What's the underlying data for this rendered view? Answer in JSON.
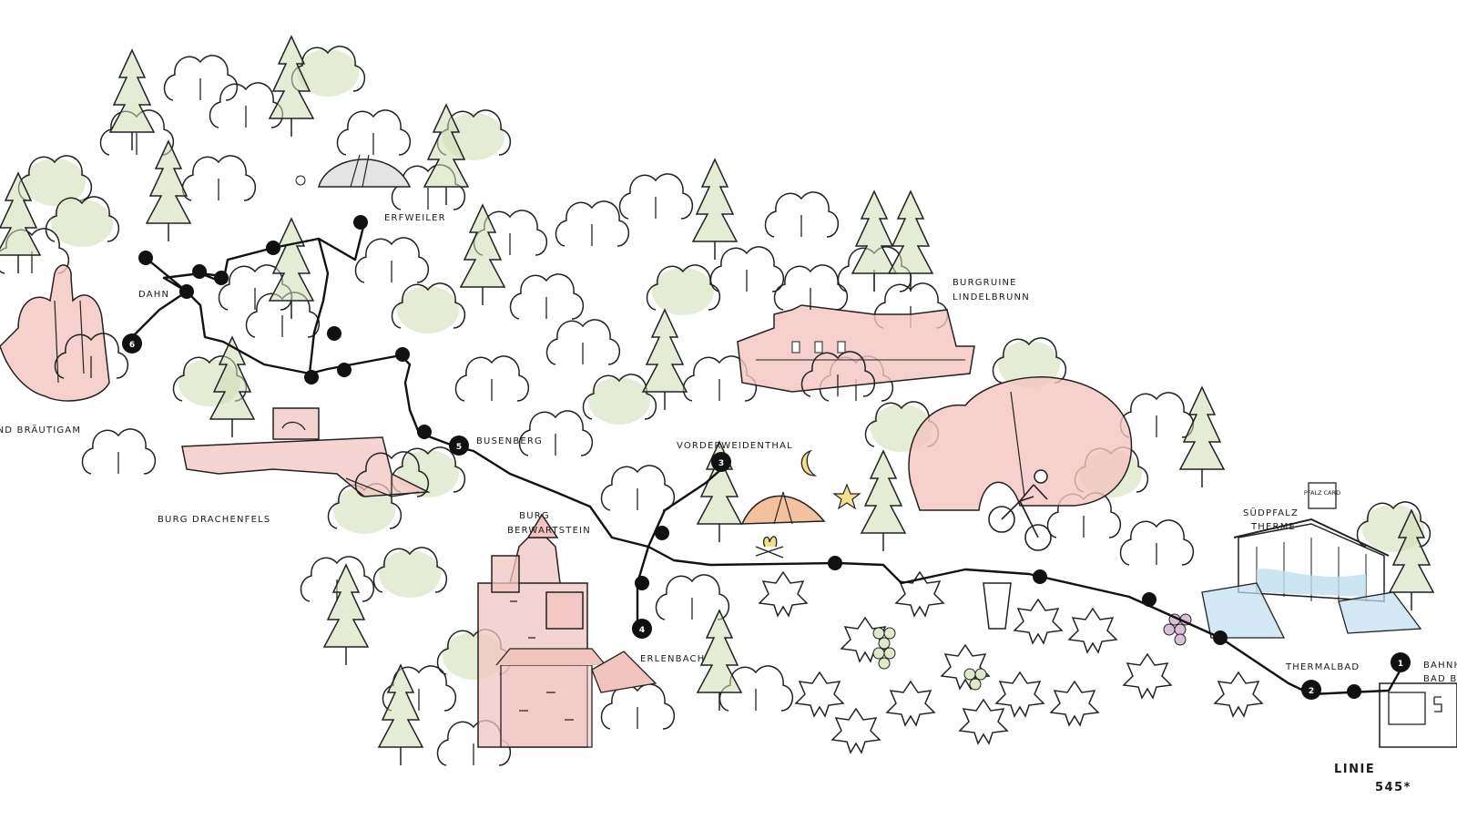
{
  "map": {
    "route_line": "Linie 545*",
    "bus_line_label": "LINIE",
    "bus_line_number": "545*",
    "pfalzcard_logo_text": "PFALZ CARD",
    "colors": {
      "route": "#111111",
      "rock": "#f2c4c0",
      "forest": "#cfdcb4",
      "water": "#bfe0ee",
      "tent": "#f0b184",
      "moon": "#f2e08a",
      "grapes": "#c9a6c6"
    },
    "stops": [
      {
        "number": "1",
        "label": "BAHNHOF BAD BERGZABERN"
      },
      {
        "number": "2",
        "label": "THERMALBAD"
      },
      {
        "number": "3",
        "label": "VORDERWEIDENTHAL"
      },
      {
        "number": "4",
        "label": "ERLENBACH"
      },
      {
        "number": "5",
        "label": "BUSENBERG"
      },
      {
        "number": "6",
        "label": ""
      }
    ],
    "places": {
      "erfweiler": "ERFWEILER",
      "dahn": "DAHN",
      "braut": "BRAUT UND BRÄUTIGAM",
      "drachenfels": "BURG DRACHENFELS",
      "busenberg": "BUSENBERG",
      "vorderweidenthal": "VORDERWEIDENTHAL",
      "berwartstein_1": "BURG",
      "berwartstein_2": "BERWARTSTEIN",
      "erlenbach": "ERLENBACH",
      "lindelbrunn_1": "BURGRUINE",
      "lindelbrunn_2": "LINDELBRUNN",
      "therme_1": "SÜDPFALZ",
      "therme_2": "THERME",
      "thermalbad": "THERMALBAD",
      "bahnhof_1": "BAHNHOF",
      "bahnhof_2": "BAD BERGZABERN"
    }
  }
}
